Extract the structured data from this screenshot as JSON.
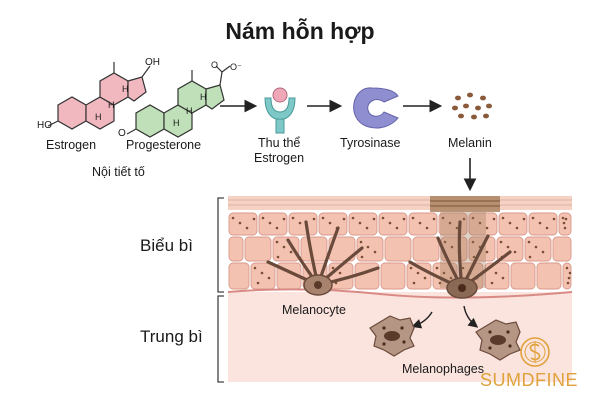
{
  "title": "Nám hỗn hợp",
  "hormones": {
    "estrogen": "Estrogen",
    "progesterone": "Progesterone",
    "group_label": "Nội tiết tố",
    "oh_label": "OH",
    "ho_label": "HO",
    "o_label": "O",
    "carboxyl_label": "O",
    "carboxyl_charge": "O⁻",
    "h_label": "H"
  },
  "pathway": {
    "receptor_line1": "Thu thể",
    "receptor_line2": "Estrogen",
    "enzyme": "Tyrosinase",
    "pigment": "Melanin"
  },
  "skin": {
    "epidermis": "Biểu bì",
    "dermis": "Trung bì",
    "melanocyte": "Melanocyte",
    "melanophages": "Melanophages"
  },
  "watermark": {
    "text": "SUMDFINE",
    "color": "#e0a23a"
  },
  "colors": {
    "estrogen_ring": "#f2b8c0",
    "progesterone_ring": "#bfe0b8",
    "receptor": "#7fc8c8",
    "enzyme": "#8e8ed0",
    "melanin": "#8b5a3a",
    "epidermis_cell": "#f3c2b0",
    "dermis": "#fbe3de"
  }
}
